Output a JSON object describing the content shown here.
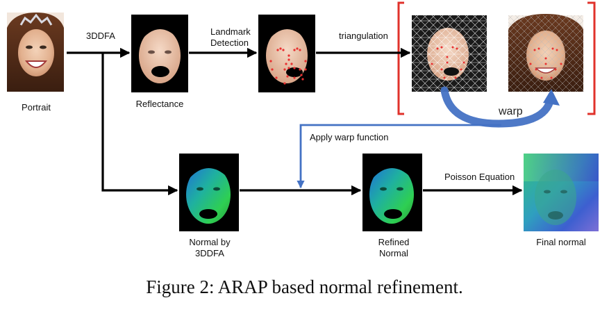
{
  "diagram": {
    "labels": {
      "portrait": "Portrait",
      "reflectance": "Reflectance",
      "normal_3ddfa_line1": "Normal by",
      "normal_3ddfa_line2": "3DDFA",
      "refined_line1": "Refined",
      "refined_line2": "Normal",
      "final_normal": "Final normal"
    },
    "edges": {
      "to_3ddfa": "3DDFA",
      "landmark_line1": "Landmark",
      "landmark_line2": "Detection",
      "triangulation": "triangulation",
      "apply_warp": "Apply warp function",
      "poisson": "Poisson Equation",
      "warp": "warp"
    },
    "colors": {
      "arrow": "#000000",
      "warp_arrow": "#4472c4",
      "bracket": "#e0322b",
      "landmark_dots": "#e83030"
    }
  },
  "caption": "Figure 2: ARAP based normal refinement."
}
